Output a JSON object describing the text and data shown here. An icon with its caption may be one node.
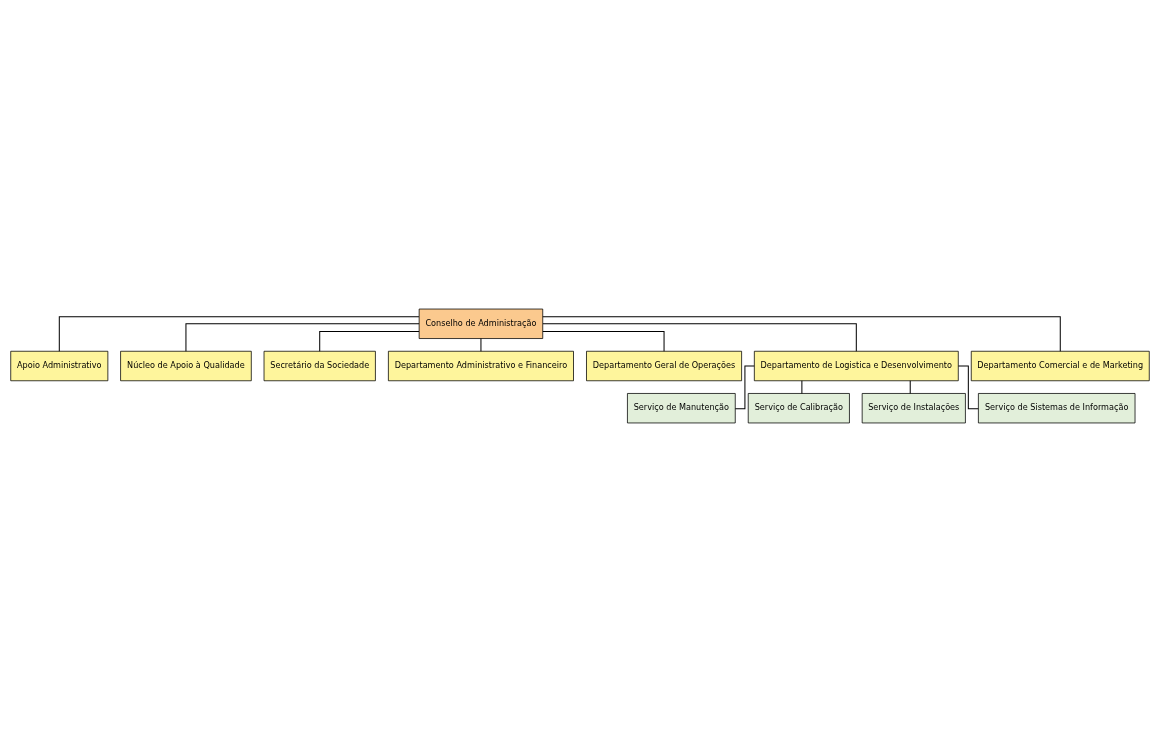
{
  "diagram": {
    "nodes": [
      {
        "text": [
          "Conselho de Administração"
        ]
      },
      {
        "text": [
          "Apoio Administrativo"
        ]
      },
      {
        "text": [
          "Núcleo de Apoio à Qualidade"
        ]
      },
      {
        "text": [
          "Secretário da Sociedade"
        ]
      },
      {
        "text": [
          "Departamento Administrativo e Financeiro"
        ]
      },
      {
        "text": [
          "Departamento Geral de Operações"
        ]
      },
      {
        "text": [
          "Departamento de Logistica e Desenvolvimento"
        ]
      },
      {
        "text": [
          "Departamento Comercial e de Marketing"
        ]
      },
      {
        "text": [
          "Serviço de Manutenção"
        ]
      },
      {
        "text": [
          "Serviço de Calibração"
        ]
      },
      {
        "text": [
          "Serviço de Instalações"
        ]
      },
      {
        "text": [
          "Serviço de Sistemas de Informação"
        ]
      }
    ],
    "edges": [
      {
        "from": 0,
        "to": 1,
        "arrow": "none"
      },
      {
        "from": 0,
        "to": 2,
        "arrow": "none"
      },
      {
        "from": 0,
        "to": 3,
        "arrow": "none"
      },
      {
        "from": 0,
        "to": 4,
        "arrow": "none"
      },
      {
        "from": 0,
        "to": 5,
        "arrow": "none"
      },
      {
        "from": 0,
        "to": 6,
        "arrow": "none"
      },
      {
        "from": 0,
        "to": 7,
        "arrow": "none"
      },
      {
        "from": 6,
        "to": 8,
        "arrow": "none"
      },
      {
        "from": 6,
        "to": 9,
        "arrow": "none"
      },
      {
        "from": 6,
        "to": 10,
        "arrow": "none"
      },
      {
        "from": 6,
        "to": 11,
        "arrow": "none"
      }
    ]
  }
}
